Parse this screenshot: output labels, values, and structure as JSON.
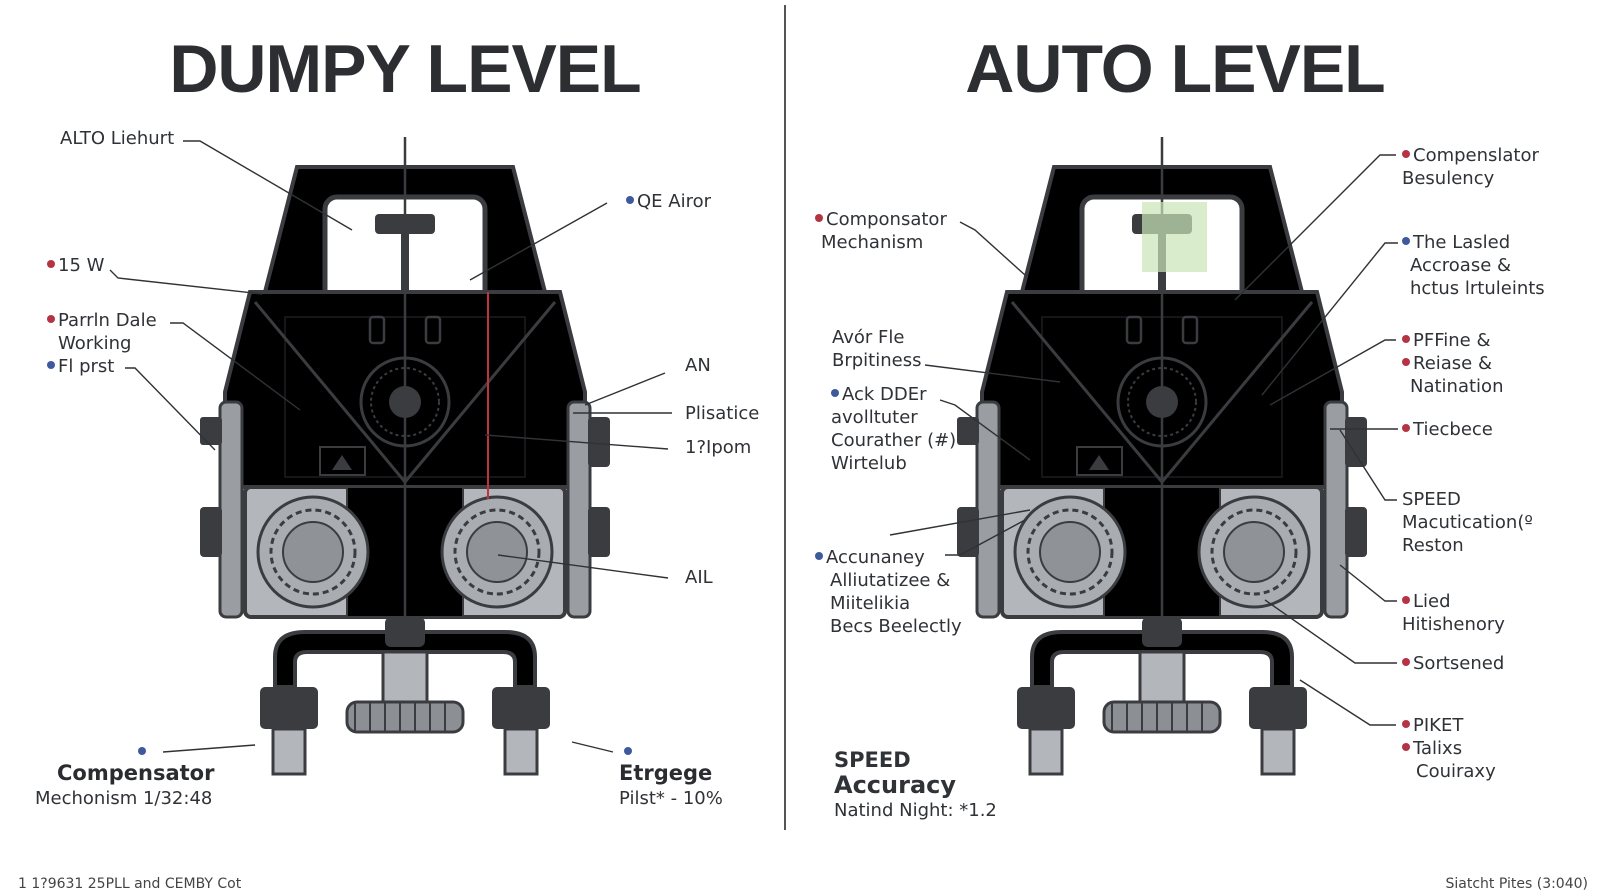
{
  "titles": {
    "left": "DUMPY LEVEL",
    "right": "AUTO LEVEL"
  },
  "colors": {
    "dumpy_body": "#d8d95c",
    "auto_body": "#86bd5c",
    "metal": "#9a9ea3",
    "dark": "#3a3c40",
    "accent_red": "#b53444",
    "accent_blue": "#3e5a9c",
    "orange_tint": "#e9a968"
  },
  "left_labels": {
    "alto": "ALTO Liehurt",
    "qe": "QE Airor",
    "w15": "15 W",
    "parrin1": "Parrln Dale",
    "parrin2": "Working",
    "fiprst": "Fl prst",
    "an": "AN",
    "plisatice": "Plisatice",
    "ipom": "1?Ipom",
    "ail": "AIL",
    "comp_title": "Compensator",
    "comp_sub": "Mechonism 1/32:48",
    "etrgege": "Etrgege",
    "pilst": "Pilst* - 10%"
  },
  "right_labels": {
    "compmech1": "Componsator",
    "compmech2": "Mechanism",
    "avor1": "Avór Fle",
    "avor2": "Brpitiness",
    "ack1": "Ack DDEr",
    "ack2": "avolltuter",
    "ack3": "Courather (#)",
    "ack4": "Wirtelub",
    "accu1": "Accunaney",
    "accu2": "Alliutatizee &",
    "accu3": "Miitelikia",
    "accu4": "Becs Beelectly",
    "speed": "SPEED",
    "accuracy": "Accuracy",
    "natind": "Natind Night: *1.2",
    "compsl1": "Compenslator",
    "compsl2": "Besulency",
    "lasled1": "The Lasled",
    "lasled2": "Accroase &",
    "lasled3": "hctus lrtuleints",
    "pffine": "PFFine &",
    "reiase": "Reiase &",
    "natination": "Natination",
    "tiecbece": "Tiecbece",
    "speed2": "SPEED",
    "macut": "Macutication(º",
    "reston": "Reston",
    "lied1": "Lied",
    "lied2": "Hitishenory",
    "sortsened": "Sortsened",
    "piket": "PIKET",
    "talixs": "Talixs",
    "couiraxy": "Couiraxy"
  },
  "footer": {
    "left": "1   1?9631 25PLL and CEMBY Cot",
    "right": "Siatcht Pites (3:040)"
  }
}
